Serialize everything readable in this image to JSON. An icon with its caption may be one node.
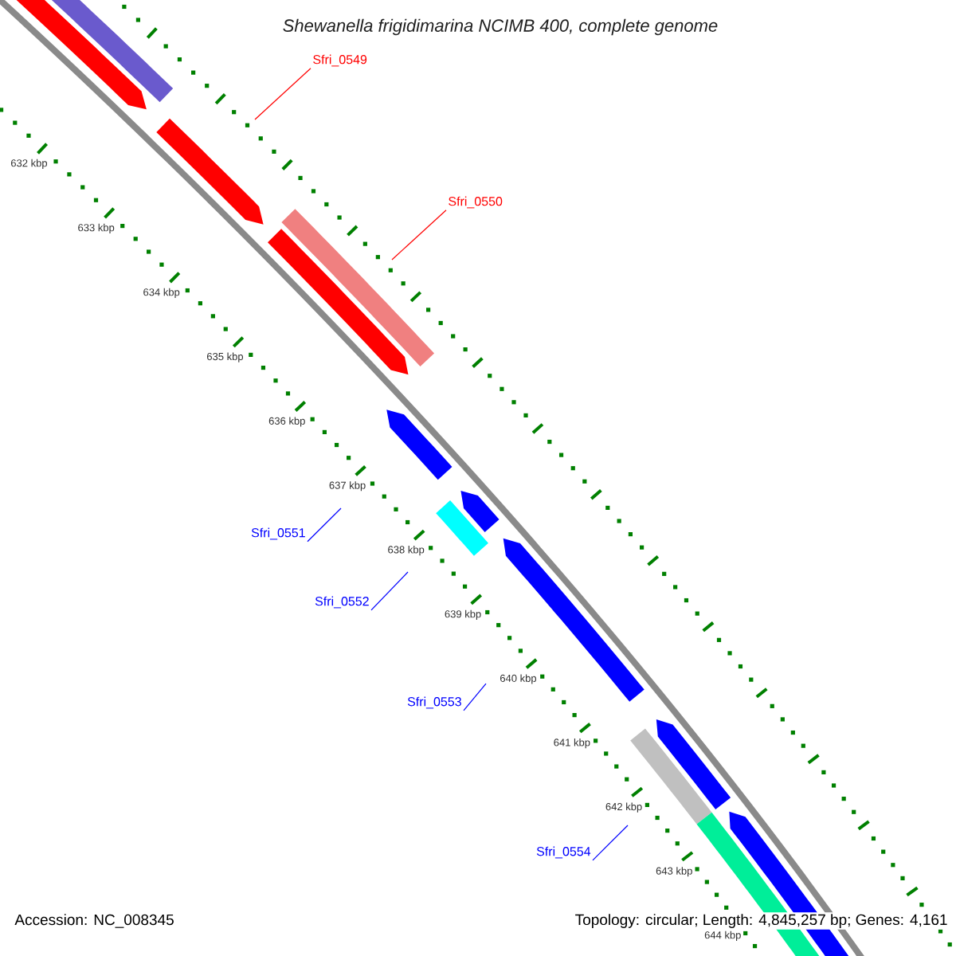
{
  "diagram": {
    "title": "Shewanella frigidimarina NCIMB 400, complete genome",
    "nodes": [
      {
        "text": [
          "Sfri_0549"
        ]
      },
      {
        "text": [
          "Sfri_0550"
        ]
      },
      {
        "text": [
          "Sfri_0551"
        ]
      },
      {
        "text": [
          "Sfri_0552"
        ]
      },
      {
        "text": [
          "Sfri_0553"
        ]
      },
      {
        "text": [
          "Sfri_0554"
        ]
      }
    ],
    "edges": [
      {
        "from": 0,
        "to": null,
        "arrow": "none",
        "color": "#ff0000"
      },
      {
        "from": 1,
        "to": null,
        "arrow": "none",
        "color": "#ff0000"
      },
      {
        "from": 2,
        "to": null,
        "arrow": "none"
      },
      {
        "from": 3,
        "to": null,
        "arrow": "none"
      },
      {
        "from": 4,
        "to": null,
        "arrow": "none"
      },
      {
        "from": 5,
        "to": null,
        "arrow": "none"
      }
    ],
    "labels": [
      "632 kbp",
      "633 kbp",
      "634 kbp",
      "635 kbp",
      "636 kbp",
      "637 kbp",
      "638 kbp",
      "639 kbp",
      "640 kbp",
      "641 kbp",
      "642 kbp",
      "643 kbp",
      "644 kbp",
      "Accession: NC_008345",
      "Topology: circular; Length: 4,845,257 bp; Genes: 4,161"
    ]
  }
}
